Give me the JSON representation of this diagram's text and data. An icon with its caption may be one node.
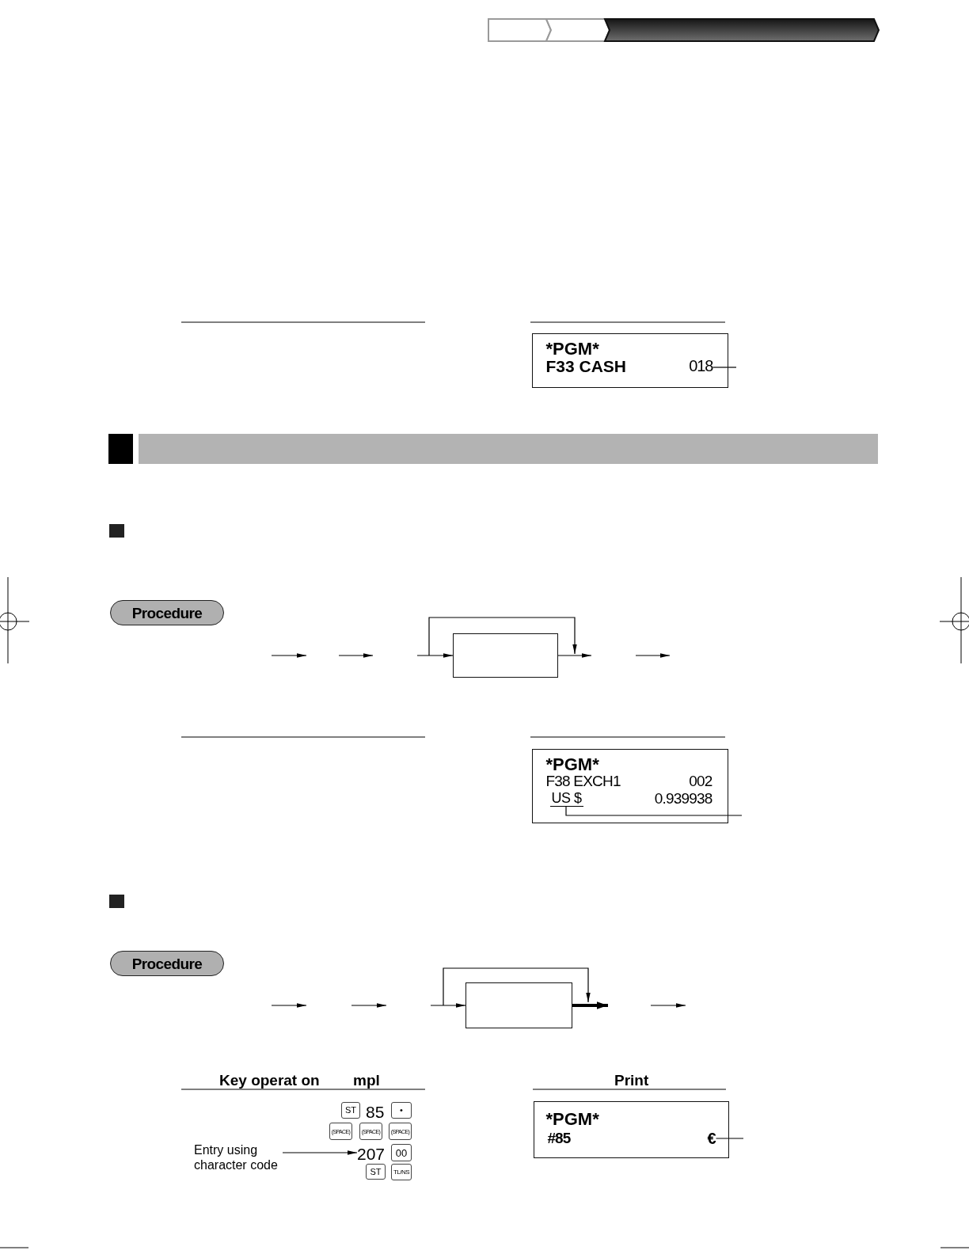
{
  "diagram": {
    "nodes": [
      {
        "text": [
          "*PGM*",
          "F33 CASH"
        ]
      },
      {
        "text": [
          "018"
        ],
        "in": 0
      },
      {
        "text": [],
        "shape": "bar"
      },
      {
        "text": [
          "Procedure"
        ]
      },
      {
        "text": [],
        "shape": "box"
      },
      {
        "text": [
          "*PGM*",
          "F38 EXCH1",
          "002",
          "0.939938"
        ]
      },
      {
        "text": [
          "US $"
        ],
        "in": 5
      },
      {
        "text": [
          "Procedure"
        ]
      },
      {
        "text": [],
        "shape": "box"
      },
      {
        "text": [
          "ST"
        ]
      },
      {
        "text": [
          "•"
        ]
      },
      {
        "text": [
          "(SPACE)"
        ]
      },
      {
        "text": [
          "(SPACE)"
        ]
      },
      {
        "text": [
          "(SPACE)"
        ]
      },
      {
        "text": [
          "Entry using character code"
        ]
      },
      {
        "text": [
          "207"
        ]
      },
      {
        "text": [
          "00"
        ]
      },
      {
        "text": [
          "ST"
        ]
      },
      {
        "text": [
          "TL/NS"
        ]
      },
      {
        "text": [
          "*PGM*",
          "#85"
        ]
      },
      {
        "text": [
          "€"
        ],
        "in": 19
      }
    ],
    "edges": [
      {
        "from": 1,
        "to": null,
        "arrow": "none"
      },
      {
        "from": null,
        "to": 4,
        "arrow": "to"
      },
      {
        "from": 4,
        "to": null,
        "arrow": "to"
      },
      {
        "from": 6,
        "to": null,
        "arrow": "none"
      },
      {
        "from": null,
        "to": 8,
        "arrow": "to"
      },
      {
        "from": 8,
        "to": null,
        "arrow": "to",
        "style": "thick"
      },
      {
        "from": 14,
        "to": 15,
        "arrow": "to"
      },
      {
        "from": 20,
        "to": null,
        "arrow": "none"
      }
    ],
    "labels": [
      "Key operat on",
      "mpl",
      "Print",
      "85"
    ]
  }
}
